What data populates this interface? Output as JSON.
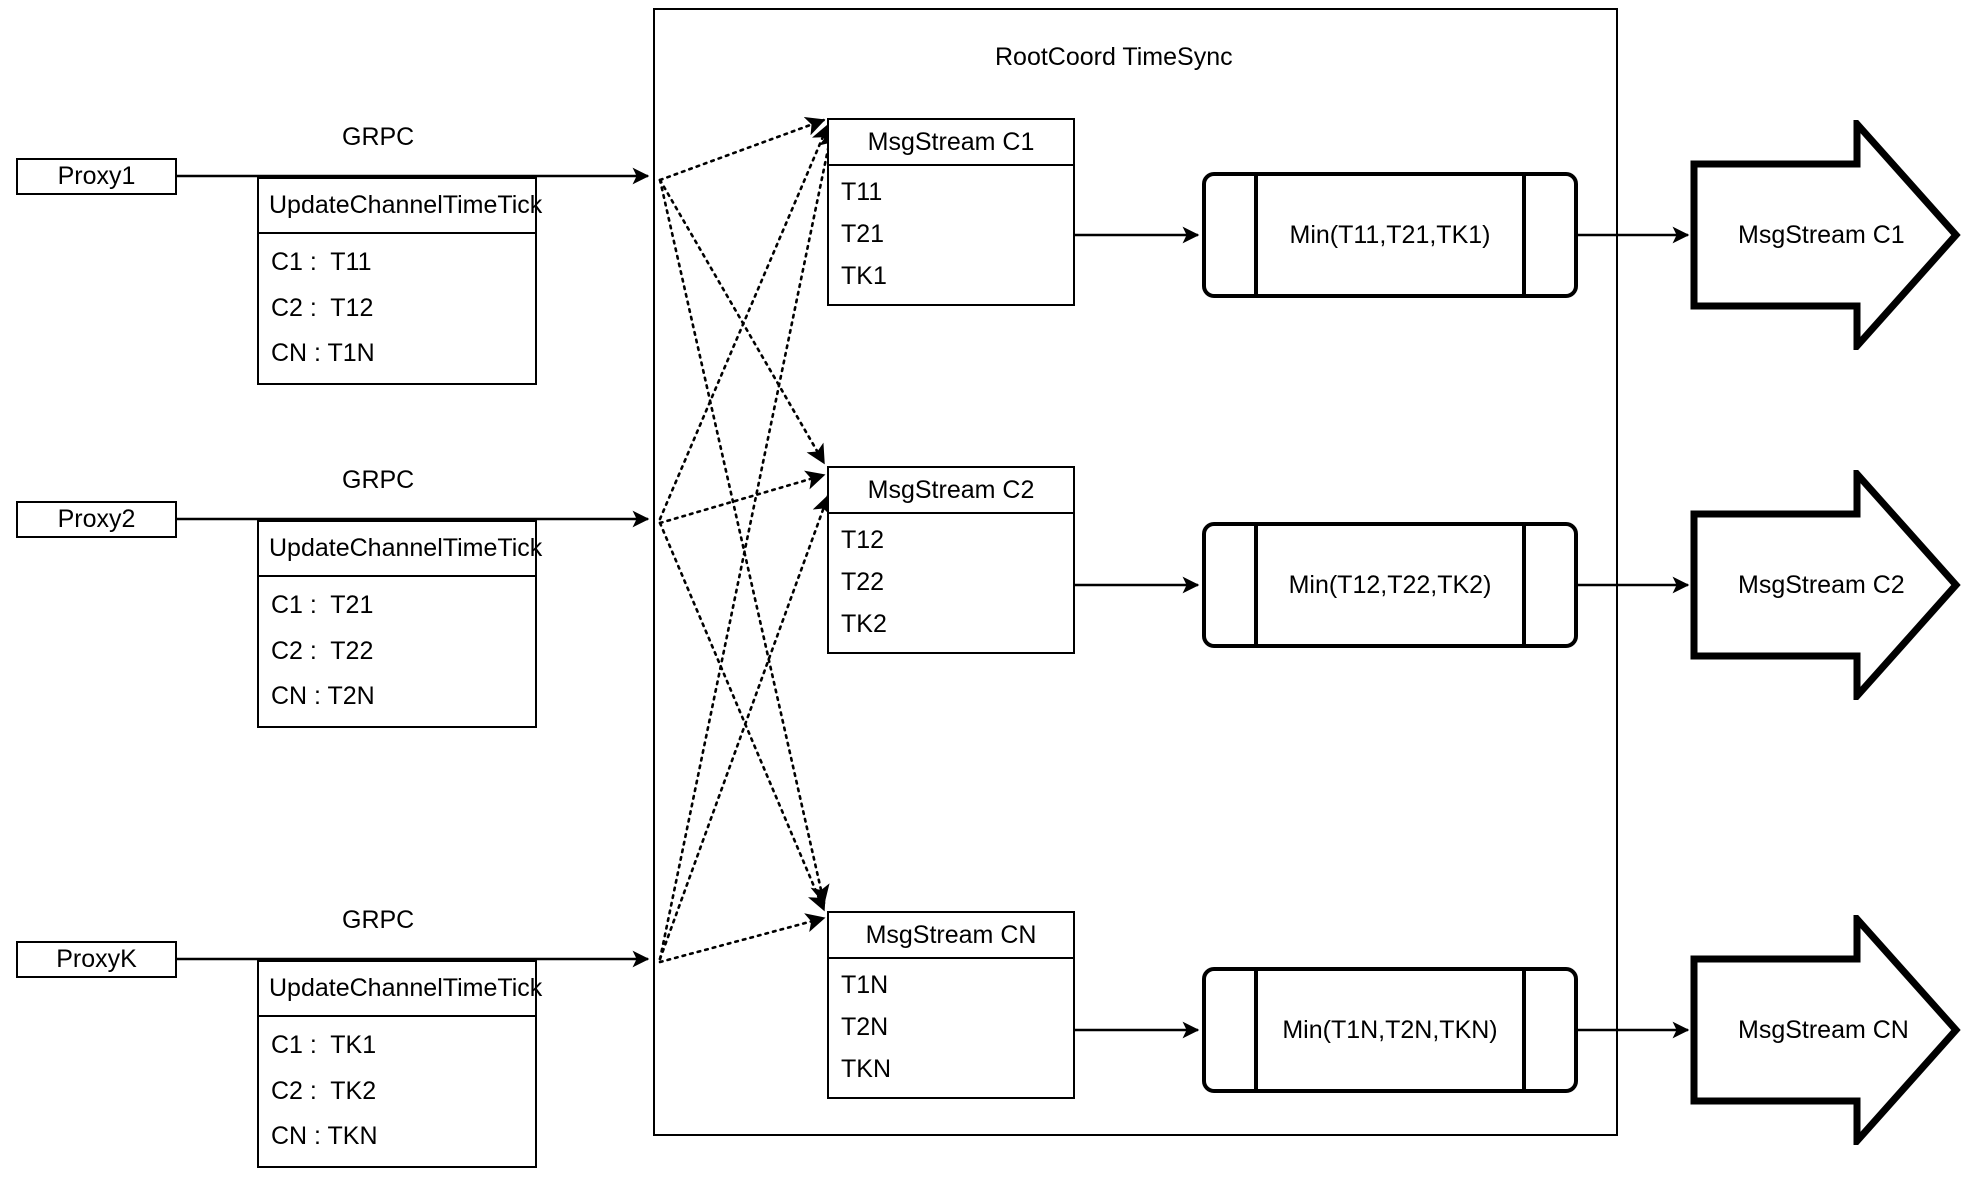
{
  "diagram": {
    "title": "RootCoord TimeSync",
    "container_label": "RootCoord TimeSync",
    "colors": {
      "stroke": "#000000",
      "background": "#ffffff",
      "text": "#000000"
    }
  },
  "proxies": [
    {
      "name": "Proxy1",
      "link_label": "GRPC",
      "request": {
        "header": "UpdateChannelTimeTick",
        "rows": [
          "C1 :  T11",
          "C2 :  T12",
          "CN : T1N"
        ]
      }
    },
    {
      "name": "Proxy2",
      "link_label": "GRPC",
      "request": {
        "header": "UpdateChannelTimeTick",
        "rows": [
          "C1 :  T21",
          "C2 :  T22",
          "CN : T2N"
        ]
      }
    },
    {
      "name": "ProxyK",
      "link_label": "GRPC",
      "request": {
        "header": "UpdateChannelTimeTick",
        "rows": [
          "C1 :  TK1",
          "C2 :  TK2",
          "CN : TKN"
        ]
      }
    }
  ],
  "channels": [
    {
      "stream": {
        "header": "MsgStream C1",
        "rows": [
          "T11",
          "T21",
          "TK1"
        ]
      },
      "min": "Min(T11,T21,TK1)",
      "output": "MsgStream C1"
    },
    {
      "stream": {
        "header": "MsgStream C2",
        "rows": [
          "T12",
          "T22",
          "TK2"
        ]
      },
      "min": "Min(T12,T22,TK2)",
      "output": "MsgStream C2"
    },
    {
      "stream": {
        "header": "MsgStream CN",
        "rows": [
          "T1N",
          "T2N",
          "TKN"
        ]
      },
      "min": "Min(T1N,T2N,TKN)",
      "output": "MsgStream CN"
    }
  ]
}
